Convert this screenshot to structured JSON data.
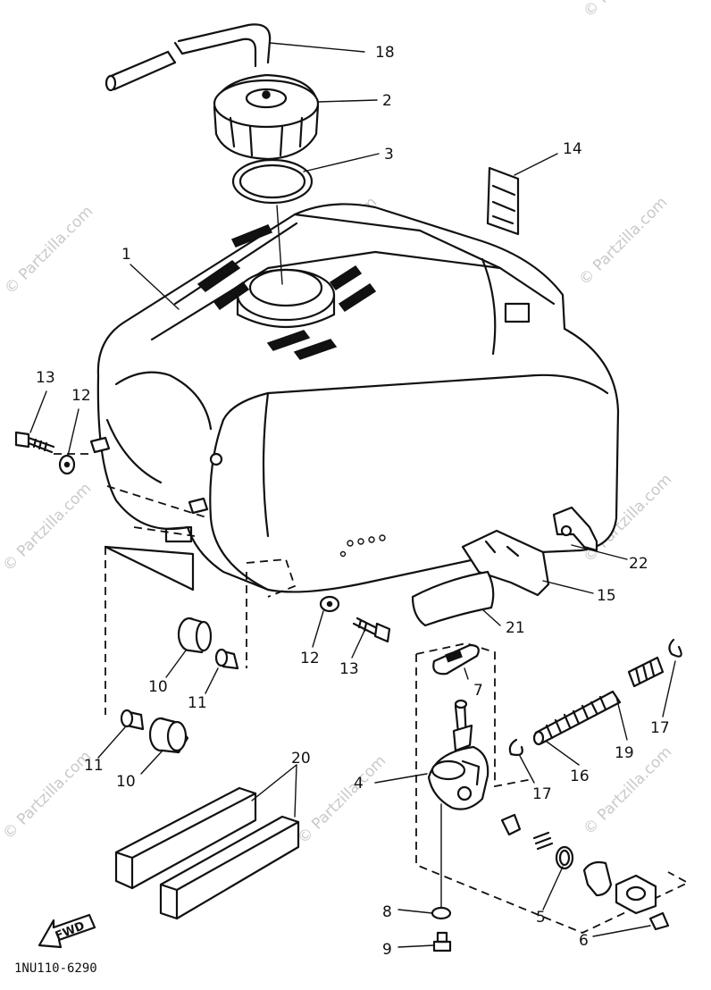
{
  "diagram": {
    "callouts": [
      "1",
      "2",
      "3",
      "4",
      "5",
      "6",
      "7",
      "8",
      "9",
      "10",
      "10",
      "11",
      "11",
      "12",
      "12",
      "13",
      "13",
      "14",
      "15",
      "16",
      "17",
      "17",
      "18",
      "19",
      "20",
      "21",
      "22"
    ],
    "watermark": "© Partzilla.com",
    "drawing_code": "1NU110-6290",
    "direction_badge": "FWD"
  }
}
